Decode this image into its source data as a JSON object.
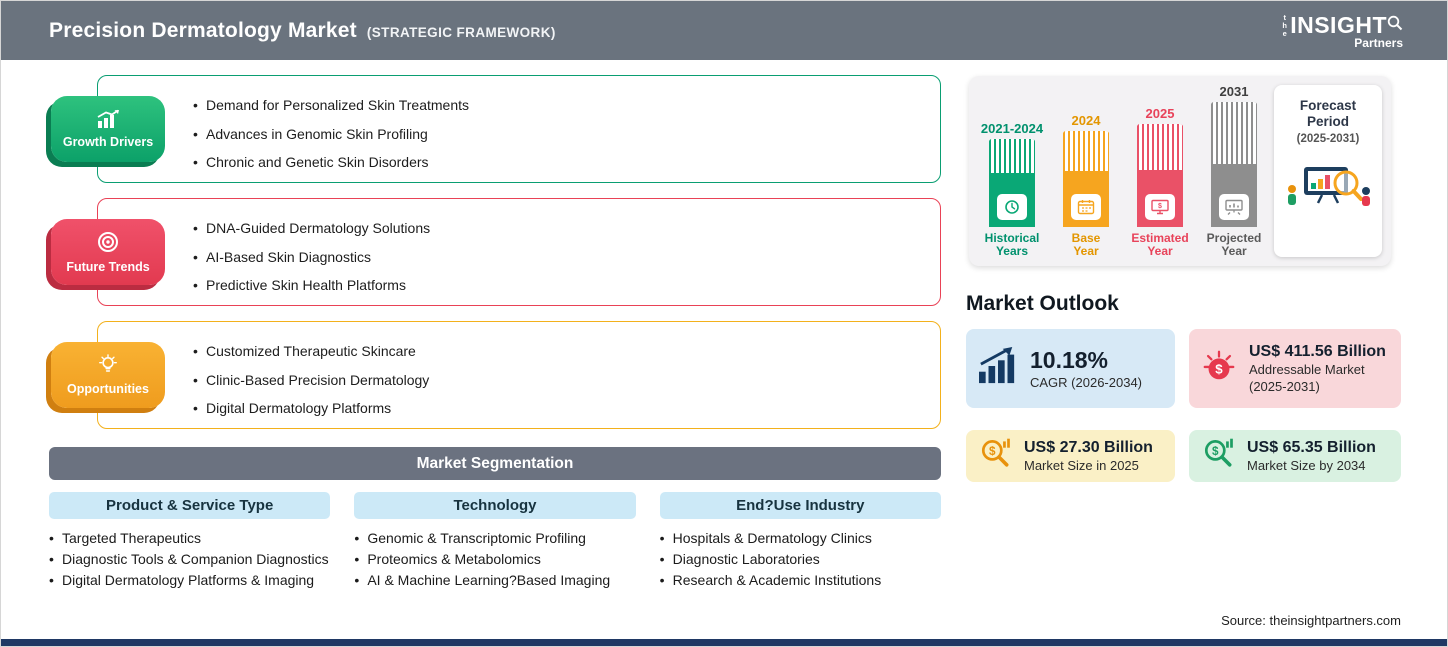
{
  "header": {
    "title": "Precision Dermatology Market",
    "subtitle": "(STRATEGIC FRAMEWORK)",
    "logo": {
      "the": "the",
      "name": "INSIGHT",
      "partners": "Partners"
    }
  },
  "framework": [
    {
      "label": "Growth Drivers",
      "icon": "growth-chart-icon",
      "accent": "#0a9e72",
      "items": [
        "Demand for Personalized Skin Treatments",
        "Advances in Genomic Skin Profiling",
        "Chronic and Genetic Skin Disorders"
      ]
    },
    {
      "label": "Future Trends",
      "icon": "target-icon",
      "accent": "#e94256",
      "items": [
        "DNA-Guided Dermatology Solutions",
        "AI-Based Skin Diagnostics",
        "Predictive Skin Health Platforms"
      ]
    },
    {
      "label": "Opportunities",
      "icon": "lightbulb-icon",
      "accent": "#f3b11c",
      "items": [
        "Customized Therapeutic Skincare",
        "Clinic-Based Precision Dermatology",
        "Digital Dermatology Platforms"
      ]
    }
  ],
  "segmentation": {
    "title": "Market Segmentation",
    "columns": [
      {
        "header": "Product & Service Type",
        "items": [
          "Targeted Therapeutics",
          "Diagnostic Tools & Companion Diagnostics",
          "Digital Dermatology Platforms & Imaging"
        ]
      },
      {
        "header": "Technology",
        "items": [
          "Genomic & Transcriptomic Profiling",
          "Proteomics & Metabolomics",
          "AI & Machine Learning?Based Imaging"
        ]
      },
      {
        "header": "End?Use Industry",
        "items": [
          "Hospitals & Dermatology Clinics",
          "Diagnostic Laboratories",
          "Research & Academic Institutions"
        ]
      }
    ]
  },
  "timeline": {
    "bars": [
      {
        "year": "2021-2024",
        "label_line1": "Historical",
        "label_line2": "Years",
        "color": "#0aa876",
        "icon": "history-clock-icon"
      },
      {
        "year": "2024",
        "label_line1": "Base",
        "label_line2": "Year",
        "color": "#f6a51f",
        "icon": "calendar-icon"
      },
      {
        "year": "2025",
        "label_line1": "Estimated",
        "label_line2": "Year",
        "color": "#ea5167",
        "icon": "monitor-dollar-icon"
      },
      {
        "year": "2031",
        "label_line1": "Projected",
        "label_line2": "Year",
        "color": "#8e8e8e",
        "icon": "presentation-chart-icon"
      }
    ],
    "forecast": {
      "title": "Forecast Period",
      "subtitle": "(2025-2031)"
    }
  },
  "market_outlook": {
    "title": "Market Outlook",
    "cards": [
      {
        "value": "10.18%",
        "label1": "CAGR (2026-2034)",
        "bg": "#d7e9f6",
        "icon": "bar-chart-growth-icon"
      },
      {
        "value": "US$ 411.56 Billion",
        "label1": "Addressable Market",
        "label2": "(2025-2031)",
        "bg": "#f9d7da",
        "icon": "dollar-bulb-icon"
      },
      {
        "value": "US$ 27.30 Billion",
        "label1": "Market Size in 2025",
        "bg": "#faf0c6",
        "icon": "magnifier-dollar-icon"
      },
      {
        "value": "US$ 65.35 Billion",
        "label1": "Market Size by 2034",
        "bg": "#d9f1e1",
        "icon": "magnifier-dollar-icon"
      }
    ]
  },
  "source": "Source: theinsightpartners.com",
  "colors": {
    "header_bg": "#6a737e",
    "footer_bar": "#1f3864",
    "segmentation_bar": "#6b7280",
    "column_header_bg": "#cce9f7",
    "growth_accent": "#0a9e72",
    "trends_accent": "#e94256",
    "opportunities_accent": "#f3b11c"
  }
}
